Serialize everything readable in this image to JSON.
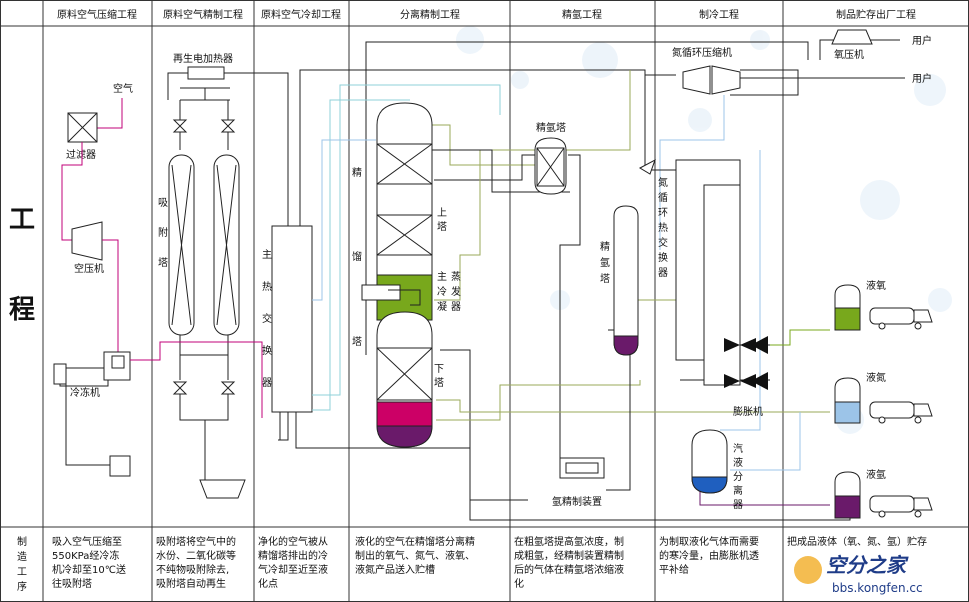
{
  "headers": [
    "原料空气压缩工程",
    "原料空气精制工程",
    "原料空气冷却工程",
    "分离精制工程",
    "精氩工程",
    "制冷工程",
    "制品贮存出厂工程"
  ],
  "side": {
    "process_top": "工",
    "process_bottom": "程",
    "row_label": [
      "制",
      "造",
      "工",
      "序"
    ]
  },
  "labels": {
    "air": "空气",
    "filter": "过滤器",
    "compressor": "空压机",
    "chiller": "冷冻机",
    "regen_heater": "再生电加热器",
    "adsorber": [
      "吸",
      "附",
      "塔"
    ],
    "main_hx": [
      "主",
      "热",
      "交",
      "换",
      "器"
    ],
    "rectifier": [
      "精",
      "馏",
      "塔"
    ],
    "upper_tower": [
      "上",
      "塔"
    ],
    "main_condenser": [
      "主",
      "冷",
      "凝"
    ],
    "evaporator": [
      "蒸",
      "发",
      "器"
    ],
    "lower_tower": [
      "下",
      "塔"
    ],
    "crude_argon": "精氩塔",
    "pure_argon": [
      "精",
      "氩",
      "塔"
    ],
    "argon_purifier": "氩精制装置",
    "n2_compressor": "氮循环压缩机",
    "n2_hx": [
      "氮",
      "循",
      "环",
      "热",
      "交",
      "换",
      "器"
    ],
    "expander": "膨胀机",
    "separator": [
      "汽",
      "液",
      "分",
      "离",
      "器"
    ],
    "o2_compressor": "氧压机",
    "user1": "用户",
    "user2": "用户",
    "liq_o2": "液氧",
    "liq_n2": "液氮",
    "liq_ar": "液氩"
  },
  "descriptions": [
    [
      "吸入空气压缩至",
      "550KPa经冷冻",
      "机冷却至10℃送",
      "往吸附塔"
    ],
    [
      "吸附塔将空气中的",
      "水份、二氧化碳等",
      "不纯物吸附除去,",
      "吸附塔自动再生"
    ],
    [
      "净化的空气被从",
      "精馏塔排出的冷",
      "气冷却至近至液",
      "化点"
    ],
    [
      "液化的空气在精馏塔分离精",
      "制出的氧气、氮气、液氧、",
      "液氮产品送入贮槽"
    ],
    [
      "在粗氩塔提高氩浓度，制",
      "成粗氩，经精制装置精制",
      "后的气体在精氩塔浓缩液",
      "化"
    ],
    [
      "为制取液化气体而需要",
      "的寒冷量，由膨胀机透",
      "平补给"
    ],
    [
      "把成品液体（氧、氮、氩）贮存",
      ""
    ]
  ],
  "watermark": {
    "name": "空分之家",
    "url": "bbs.kongfen.cc"
  },
  "colors": {
    "magenta": "#c0007a",
    "green": "#78a81c",
    "purple": "#6a1a6a",
    "blue": "#1f5fbf",
    "lightblue": "#9cc4e8",
    "olive": "#9aa85a",
    "cyan": "#8fd0d8"
  }
}
